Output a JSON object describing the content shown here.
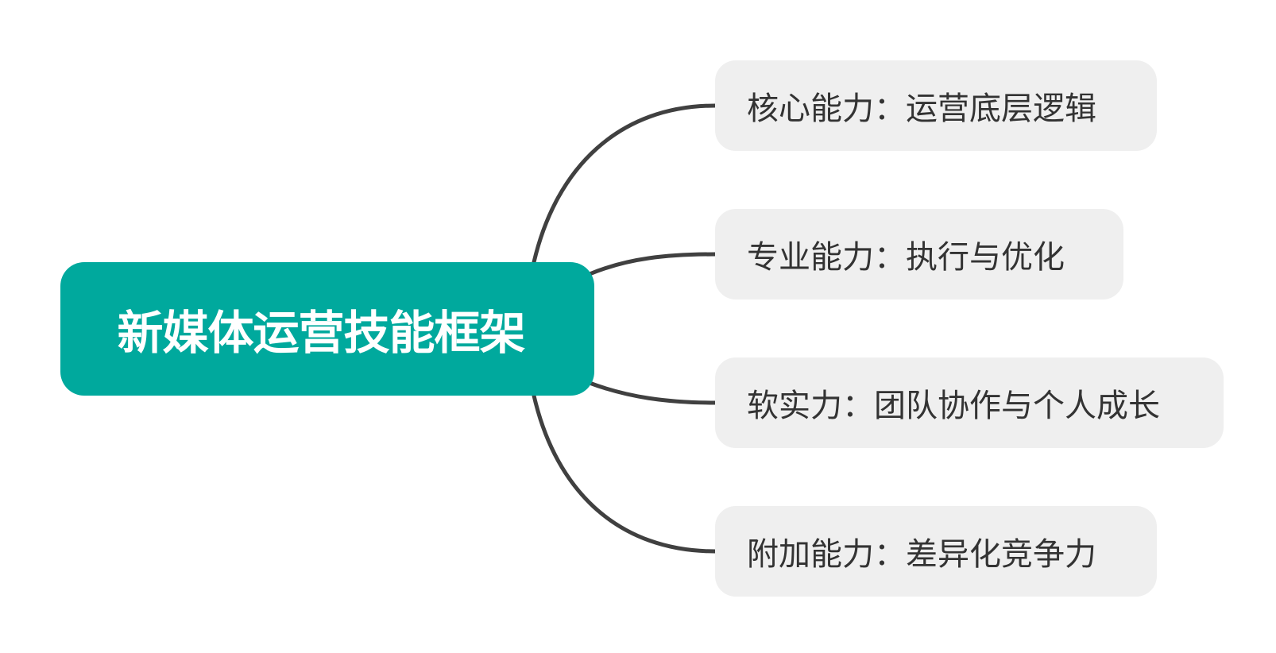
{
  "root": {
    "label": "新媒体运营技能框架",
    "color": "#00a99d"
  },
  "branches": [
    {
      "label": "核心能力：运营底层逻辑"
    },
    {
      "label": "专业能力：执行与优化"
    },
    {
      "label": "软实力：团队协作与个人成长"
    },
    {
      "label": "附加能力：差异化竞争力"
    }
  ],
  "colors": {
    "branch_fill": "#efefef",
    "connector": "#404040",
    "branch_text": "#333333"
  }
}
